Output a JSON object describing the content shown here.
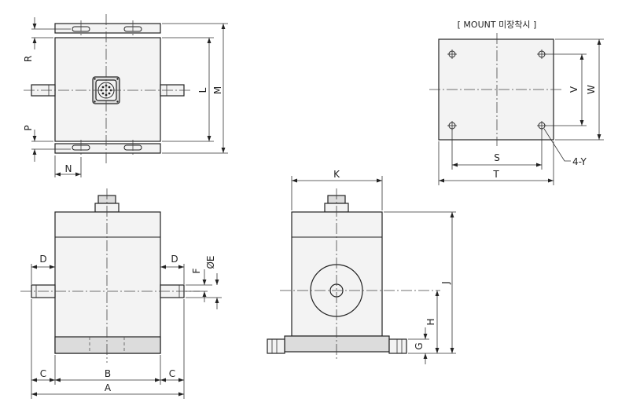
{
  "mount_title": "[ MOUNT 미장착시 ]",
  "dimensions": {
    "A": "A",
    "B": "B",
    "C": "C",
    "D": "D",
    "E": "ØE",
    "F": "F",
    "G": "G",
    "H": "H",
    "J": "J",
    "K": "K",
    "L": "L",
    "M": "M",
    "N": "N",
    "P": "P",
    "R": "R",
    "S": "S",
    "T": "T",
    "V": "V",
    "W": "W",
    "Y": "4-Y"
  }
}
